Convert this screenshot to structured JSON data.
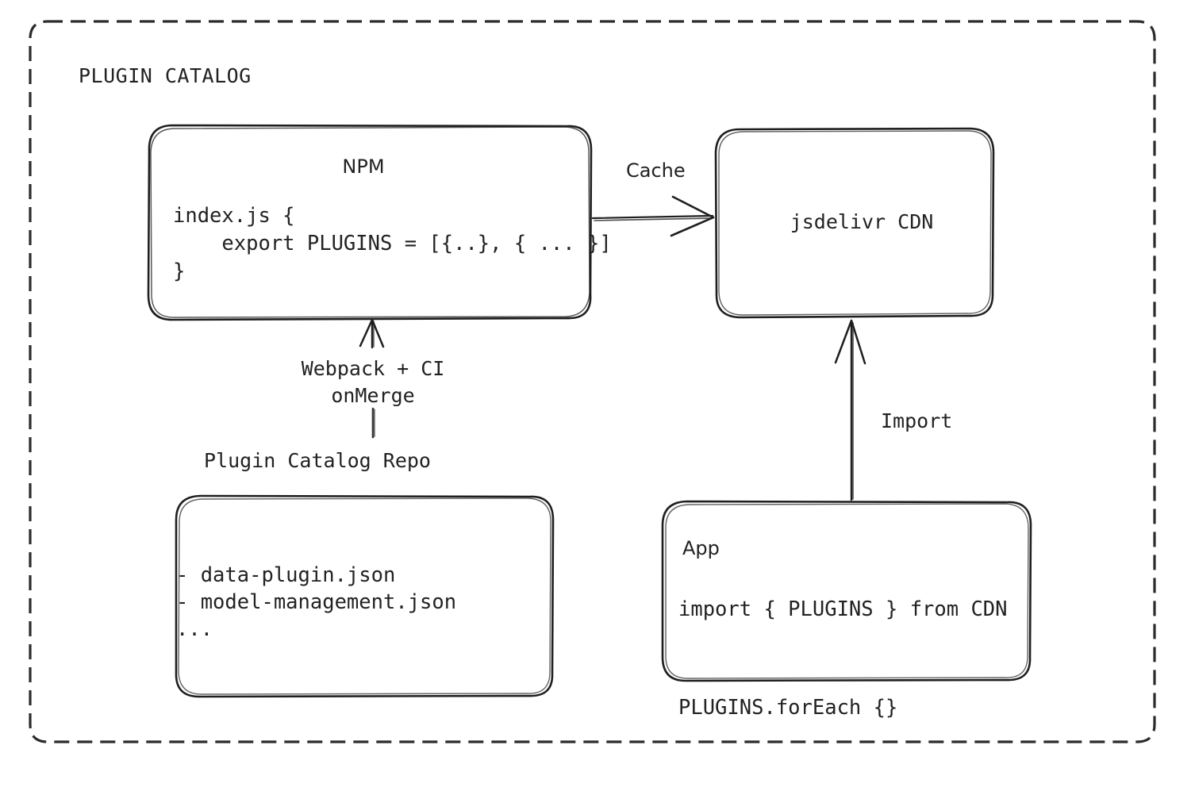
{
  "diagram": {
    "title": "PLUGIN CATALOG",
    "background": "#ffffff",
    "stroke_color": "#1f1f1f",
    "text_color": "#222222",
    "nodes": {
      "npm": {
        "title": "NPM",
        "code": "index.js {\n    export PLUGINS = [{..}, { ... }]\n}"
      },
      "cdn": {
        "title": "jsdelivr CDN"
      },
      "repo": {
        "caption": "Plugin Catalog Repo",
        "files": "- data-plugin.json\n- model-management.json\n..."
      },
      "app": {
        "title": "App",
        "code": "import { PLUGINS } from CDN\n\nPLUGINS.forEach {}"
      }
    },
    "edges": {
      "cache": {
        "label": "Cache",
        "from": "npm",
        "to": "cdn",
        "direction": "right"
      },
      "webpack": {
        "label": "Webpack + CI\nonMerge",
        "from": "repo",
        "to": "npm",
        "direction": "up"
      },
      "import": {
        "label": "Import",
        "from": "app",
        "to": "cdn",
        "direction": "up"
      }
    }
  }
}
